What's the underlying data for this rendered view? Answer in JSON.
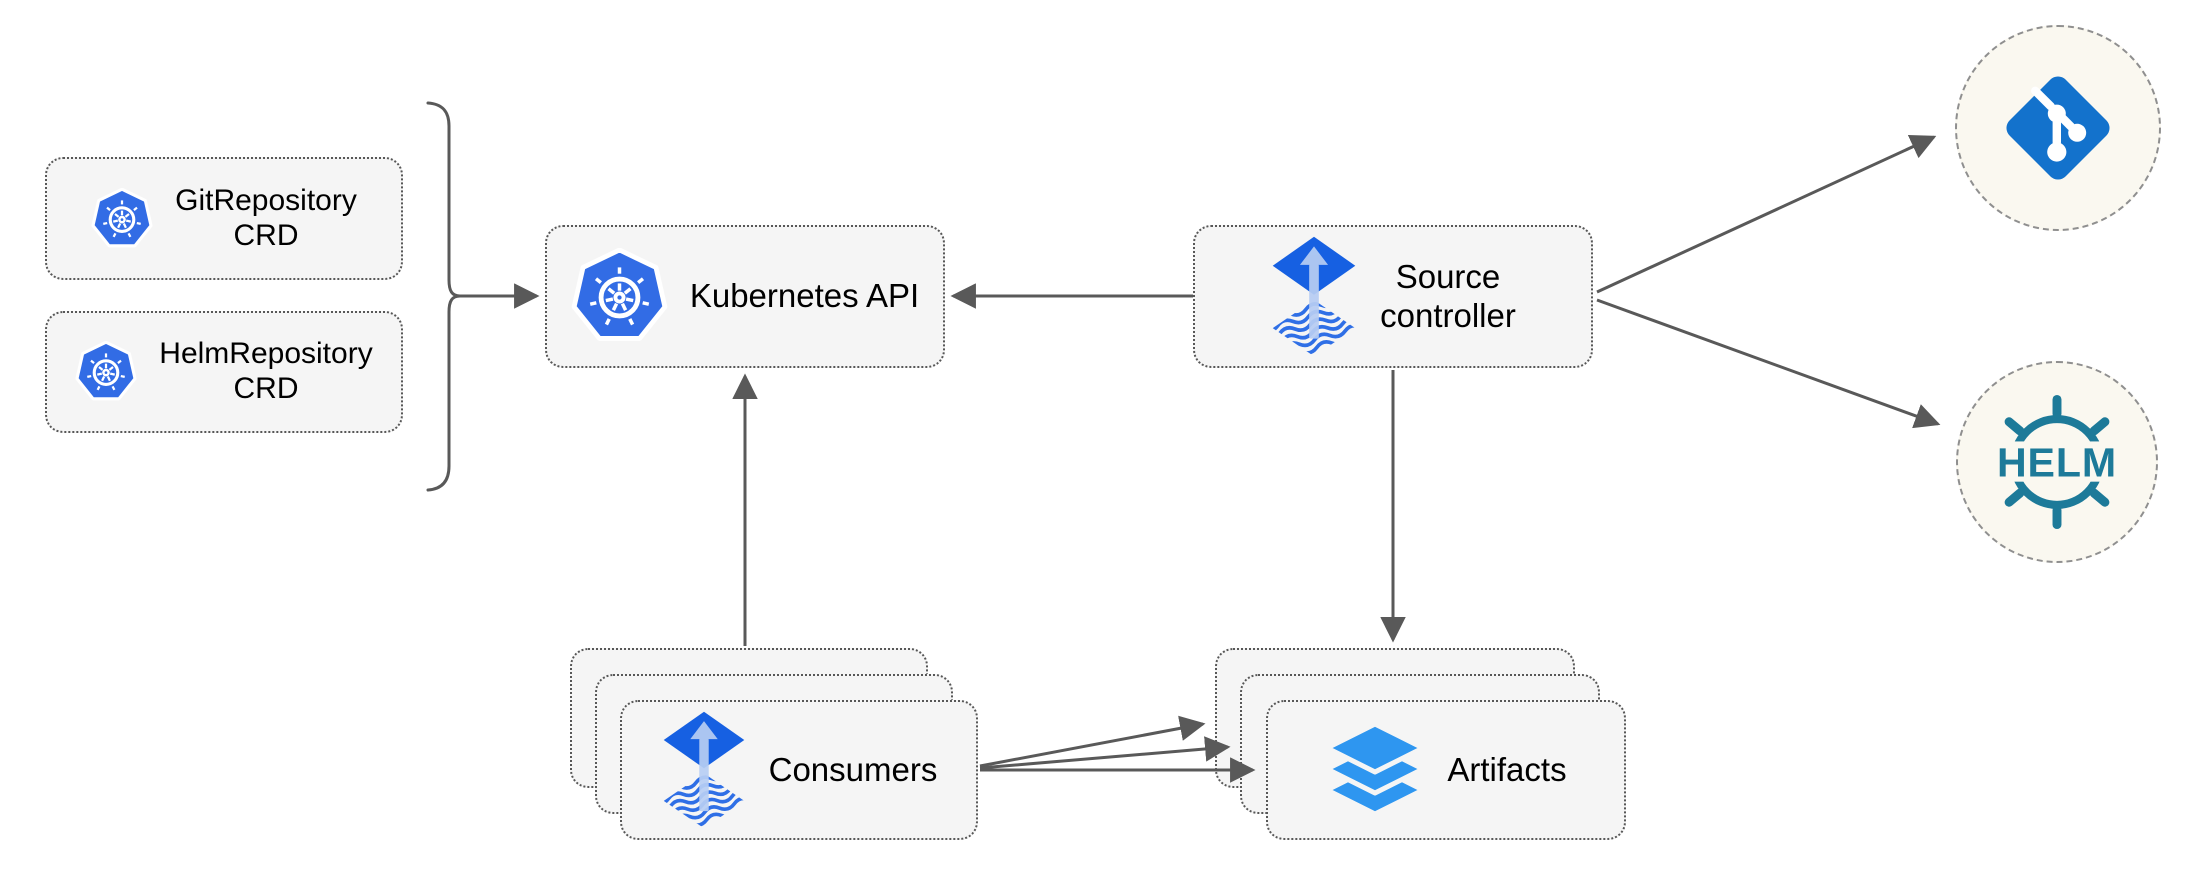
{
  "diagram_type": "architecture-diagram",
  "nodes": {
    "git_repository_crd": {
      "line1": "GitRepository",
      "line2": "CRD",
      "icon": "kubernetes-icon"
    },
    "helm_repository_crd": {
      "line1": "HelmRepository",
      "line2": "CRD",
      "icon": "kubernetes-icon"
    },
    "kubernetes_api": {
      "label": "Kubernetes API",
      "icon": "kubernetes-icon"
    },
    "source_controller": {
      "line1": "Source",
      "line2": "controller",
      "icon": "flux-source-icon"
    },
    "consumers": {
      "label": "Consumers",
      "icon": "flux-source-icon",
      "stack_count": 3
    },
    "artifacts": {
      "label": "Artifacts",
      "icon": "layers-icon",
      "stack_count": 3
    },
    "git_endpoint": {
      "icon": "git-icon"
    },
    "helm_endpoint": {
      "icon": "helm-icon",
      "label": "HELM"
    }
  },
  "edges": [
    {
      "from": "crd-group",
      "to": "kubernetes_api",
      "style": "arrow"
    },
    {
      "from": "source_controller",
      "to": "kubernetes_api",
      "style": "arrow"
    },
    {
      "from": "source_controller",
      "to": "git_endpoint",
      "style": "arrow"
    },
    {
      "from": "source_controller",
      "to": "helm_endpoint",
      "style": "arrow"
    },
    {
      "from": "source_controller",
      "to": "artifacts",
      "style": "arrow"
    },
    {
      "from": "consumers",
      "to": "kubernetes_api",
      "style": "arrow"
    },
    {
      "from": "consumers",
      "to": "artifacts",
      "style": "arrow",
      "count": 3
    }
  ],
  "colors": {
    "box_fill": "#f5f5f5",
    "box_border": "#575757",
    "arrow": "#595959",
    "kubernetes_blue": "#326ce5",
    "flux_blue": "#1660e2",
    "flux_arrow_light": "#b7cdf3",
    "flux_wave_blue": "#2f6fe6",
    "layers_blue": "#2e96f0",
    "git_blue": "#1372cc",
    "helm_teal": "#1d7a99",
    "endpoint_fill": "#faf8f0",
    "endpoint_border": "#8f8f8f",
    "text": "#000000"
  }
}
